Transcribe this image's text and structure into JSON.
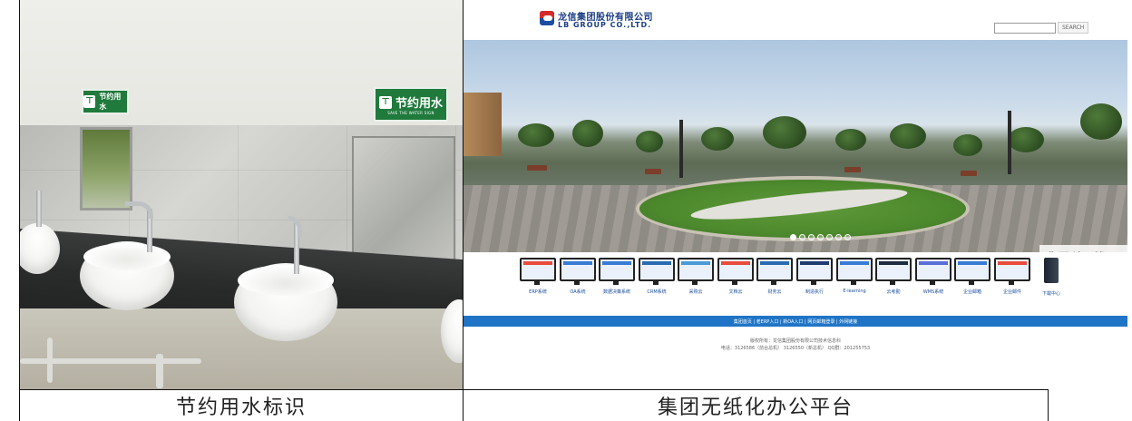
{
  "captions": {
    "left": "节约用水标识",
    "right": "集团无纸化办公平台"
  },
  "signs": {
    "small": "节约用水",
    "large": "节约用水",
    "large_sub": "SAVE THE WATER SIGN"
  },
  "site": {
    "logo_cn": "龙信集团股份有限公司",
    "logo_en": "LB GROUP CO.,LTD.",
    "search_button": "SEARCH",
    "banner_caption": "集团科研楼",
    "slider_total": 7,
    "slider_active": 0,
    "systems": [
      {
        "label": "ERP系统",
        "color": "#e94b3c"
      },
      {
        "label": "OA系统",
        "color": "#3a7bd5"
      },
      {
        "label": "数据决策系统",
        "color": "#3a7bd5"
      },
      {
        "label": "CRM系统",
        "color": "#2b6cb0"
      },
      {
        "label": "采购云",
        "color": "#4a9ad6"
      },
      {
        "label": "文档云",
        "color": "#e94b3c"
      },
      {
        "label": "财务云",
        "color": "#2b6cb0"
      },
      {
        "label": "制造执行",
        "color": "#1f3b70"
      },
      {
        "label": "E-learning",
        "color": "#3a7bd5"
      },
      {
        "label": "云考勤",
        "color": "#1c2b40"
      },
      {
        "label": "WMS系统",
        "color": "#5a6fd6"
      },
      {
        "label": "企业邮箱",
        "color": "#3a7bd5"
      },
      {
        "label": "企业邮件",
        "color": "#e94b3c"
      },
      {
        "label": "下载中心",
        "color": "#1c2430"
      }
    ],
    "footer_bar": "集团首页 | 老ERP入口 | 新OA入口 | 网页邮箱登录 | 外网链接",
    "footer_line1": "版权所有：龙信集团股份有限公司技术信息科",
    "footer_line2": "电话：3126586（前台总机） 3126550（新总机） QQ群：201255753"
  }
}
